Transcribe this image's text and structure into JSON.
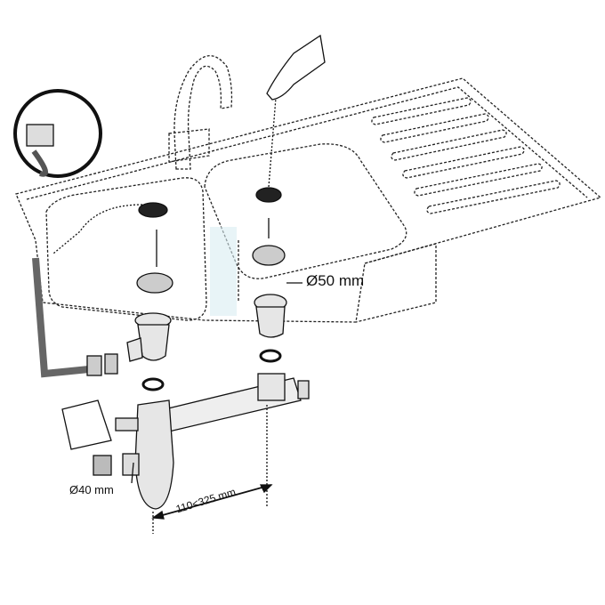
{
  "labels": {
    "outlet_diameter": "Ø50 mm",
    "side_inlet_diameter": "Ø40 mm",
    "adjustable_span": "110<325 mm"
  },
  "colors": {
    "line": "#111111",
    "part_fill": "#e6e6e6",
    "water": "#d8ecf2"
  }
}
